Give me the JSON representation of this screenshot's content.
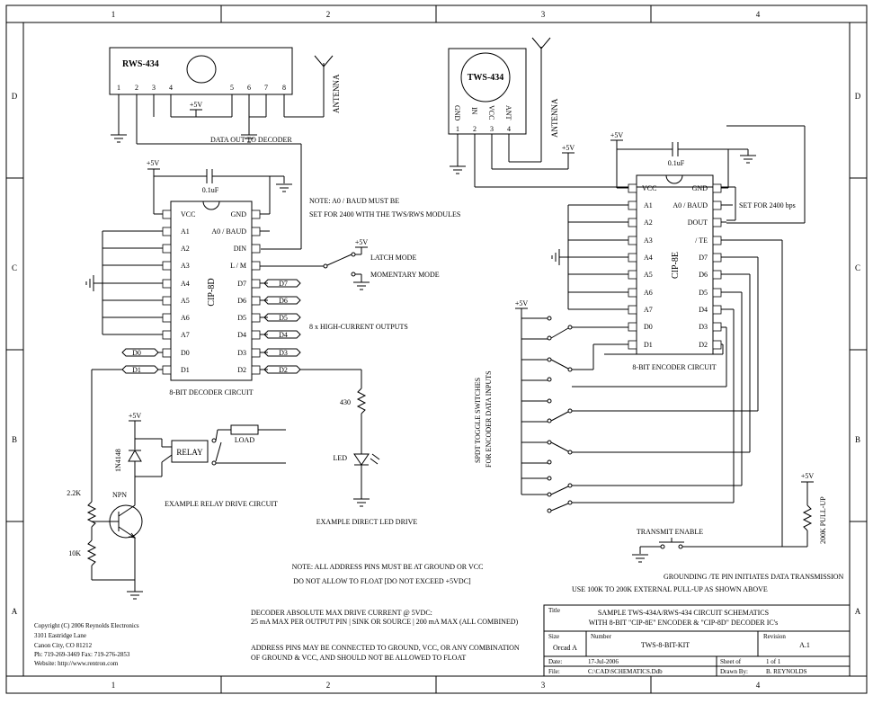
{
  "border": {
    "columns": [
      "1",
      "2",
      "3",
      "4"
    ],
    "rows": [
      "D",
      "C",
      "B",
      "A"
    ]
  },
  "receiver": {
    "part": "RWS-434",
    "pins": [
      "1",
      "2",
      "3",
      "4",
      "5",
      "6",
      "7",
      "8"
    ],
    "supply": "+5V",
    "antenna": "ANTENNA",
    "data_out": "DATA OUT TO DECODER"
  },
  "transmitter": {
    "part": "TWS-434",
    "pin_names": [
      "GND",
      "IN",
      "VCC",
      "ANT"
    ],
    "pin_numbers": [
      "1",
      "2",
      "3",
      "4"
    ],
    "supply": "+5V",
    "antenna": "ANTENNA"
  },
  "decoder": {
    "chip": "CIP-8D",
    "left_pins": [
      "VCC",
      "A1",
      "A2",
      "A3",
      "A4",
      "A5",
      "A6",
      "A7",
      "D0",
      "D1"
    ],
    "right_pins": [
      "GND",
      "A0 / BAUD",
      "DIN",
      "L / M",
      "D7",
      "D6",
      "D5",
      "D4",
      "D3",
      "D2"
    ],
    "outputs": [
      "D7",
      "D6",
      "D5",
      "D4",
      "D3",
      "D2"
    ],
    "left_outputs": [
      "D0",
      "D1"
    ],
    "supply": "+5V",
    "cap": "0.1uF",
    "caption": "8-BIT DECODER CIRCUIT",
    "note_line1": "NOTE: A0 / BAUD MUST BE",
    "note_line2": "SET FOR 2400 WITH THE TWS/RWS MODULES",
    "latch": "LATCH MODE",
    "momentary": "MOMENTARY MODE",
    "latch_supply": "+5V",
    "outputs_note": "8 x HIGH-CURRENT OUTPUTS"
  },
  "encoder": {
    "chip": "CIP-8E",
    "left_pins": [
      "VCC",
      "A1",
      "A2",
      "A3",
      "A4",
      "A5",
      "A6",
      "A7",
      "D0",
      "D1"
    ],
    "right_pins": [
      "GND",
      "A0 / BAUD",
      "DOUT",
      "/ TE",
      "D7",
      "D6",
      "D5",
      "D4",
      "D3",
      "D2"
    ],
    "supply": "+5V",
    "cap": "0.1uF",
    "caption": "8-BIT ENCODER CIRCUIT",
    "baud_note": "SET FOR 2400 bps",
    "switch_supply": "+5V",
    "switch_label_line1": "SPDT TOGGLE SWITCHES",
    "switch_label_line2": "FOR ENCODER DATA INPUTS",
    "pullup_supply": "+5V",
    "pullup": "200K PULL-UP",
    "transmit_enable": "TRANSMIT ENABLE",
    "note_line1": "GROUNDING /TE PIN INITIATES DATA TRANSMISSION",
    "note_line2": "USE 100K TO 200K EXTERNAL PULL-UP AS SHOWN ABOVE"
  },
  "relay": {
    "supply": "+5V",
    "diode": "1N4148",
    "relay": "RELAY",
    "load": "LOAD",
    "r_base": "2.2K",
    "r_pulldown": "10K",
    "transistor": "NPN",
    "caption": "EXAMPLE RELAY DRIVE CIRCUIT"
  },
  "led": {
    "resistor": "430",
    "led": "LED",
    "caption": "EXAMPLE DIRECT LED DRIVE"
  },
  "notes": {
    "address_line1": "NOTE: ALL ADDRESS PINS MUST BE AT GROUND OR VCC",
    "address_line2": "DO NOT ALLOW TO FLOAT [DO NOT EXCEED +5VDC]",
    "drive_line1": "DECODER ABSOLUTE MAX DRIVE CURRENT @ 5VDC:",
    "drive_line2": "25 mA MAX PER OUTPUT PIN | SINK OR SOURCE | 200 mA MAX (ALL COMBINED)",
    "combo_line1": "ADDRESS PINS MAY BE CONNECTED TO GROUND, VCC, OR ANY COMBINATION",
    "combo_line2": "OF GROUND & VCC, AND SHOULD NOT BE ALLOWED TO FLOAT"
  },
  "copyright": {
    "line1": "Copyright (C) 2006 Reynolds Electronics",
    "line2": "3101 Eastridge Lane",
    "line3": "Canon City, CO 81212",
    "line4": "Ph: 719-269-3469 Fax: 719-276-2853",
    "line5": "Website: http://www.rentron.com"
  },
  "title_block": {
    "title_label": "Title",
    "title_line1": "SAMPLE TWS-434A/RWS-434 CIRCUIT SCHEMATICS",
    "title_line2": "WITH 8-BIT \"CIP-8E\" ENCODER & \"CIP-8D\" DECODER IC's",
    "size_label": "Size",
    "size_value": "Orcad A",
    "number_label": "Number",
    "number_value": "TWS-8-BIT-KIT",
    "revision_label": "Revision",
    "revision_value": "A.1",
    "date_label": "Date:",
    "date_value": "17-Jul-2006",
    "sheet_label": "Sheet    of",
    "sheet_value": "1 of 1",
    "file_label": "File:",
    "file_value": "C:\\CAD\\SCHEMATICS.Ddb",
    "drawn_label": "Drawn By:",
    "drawn_value": "B. REYNOLDS"
  }
}
